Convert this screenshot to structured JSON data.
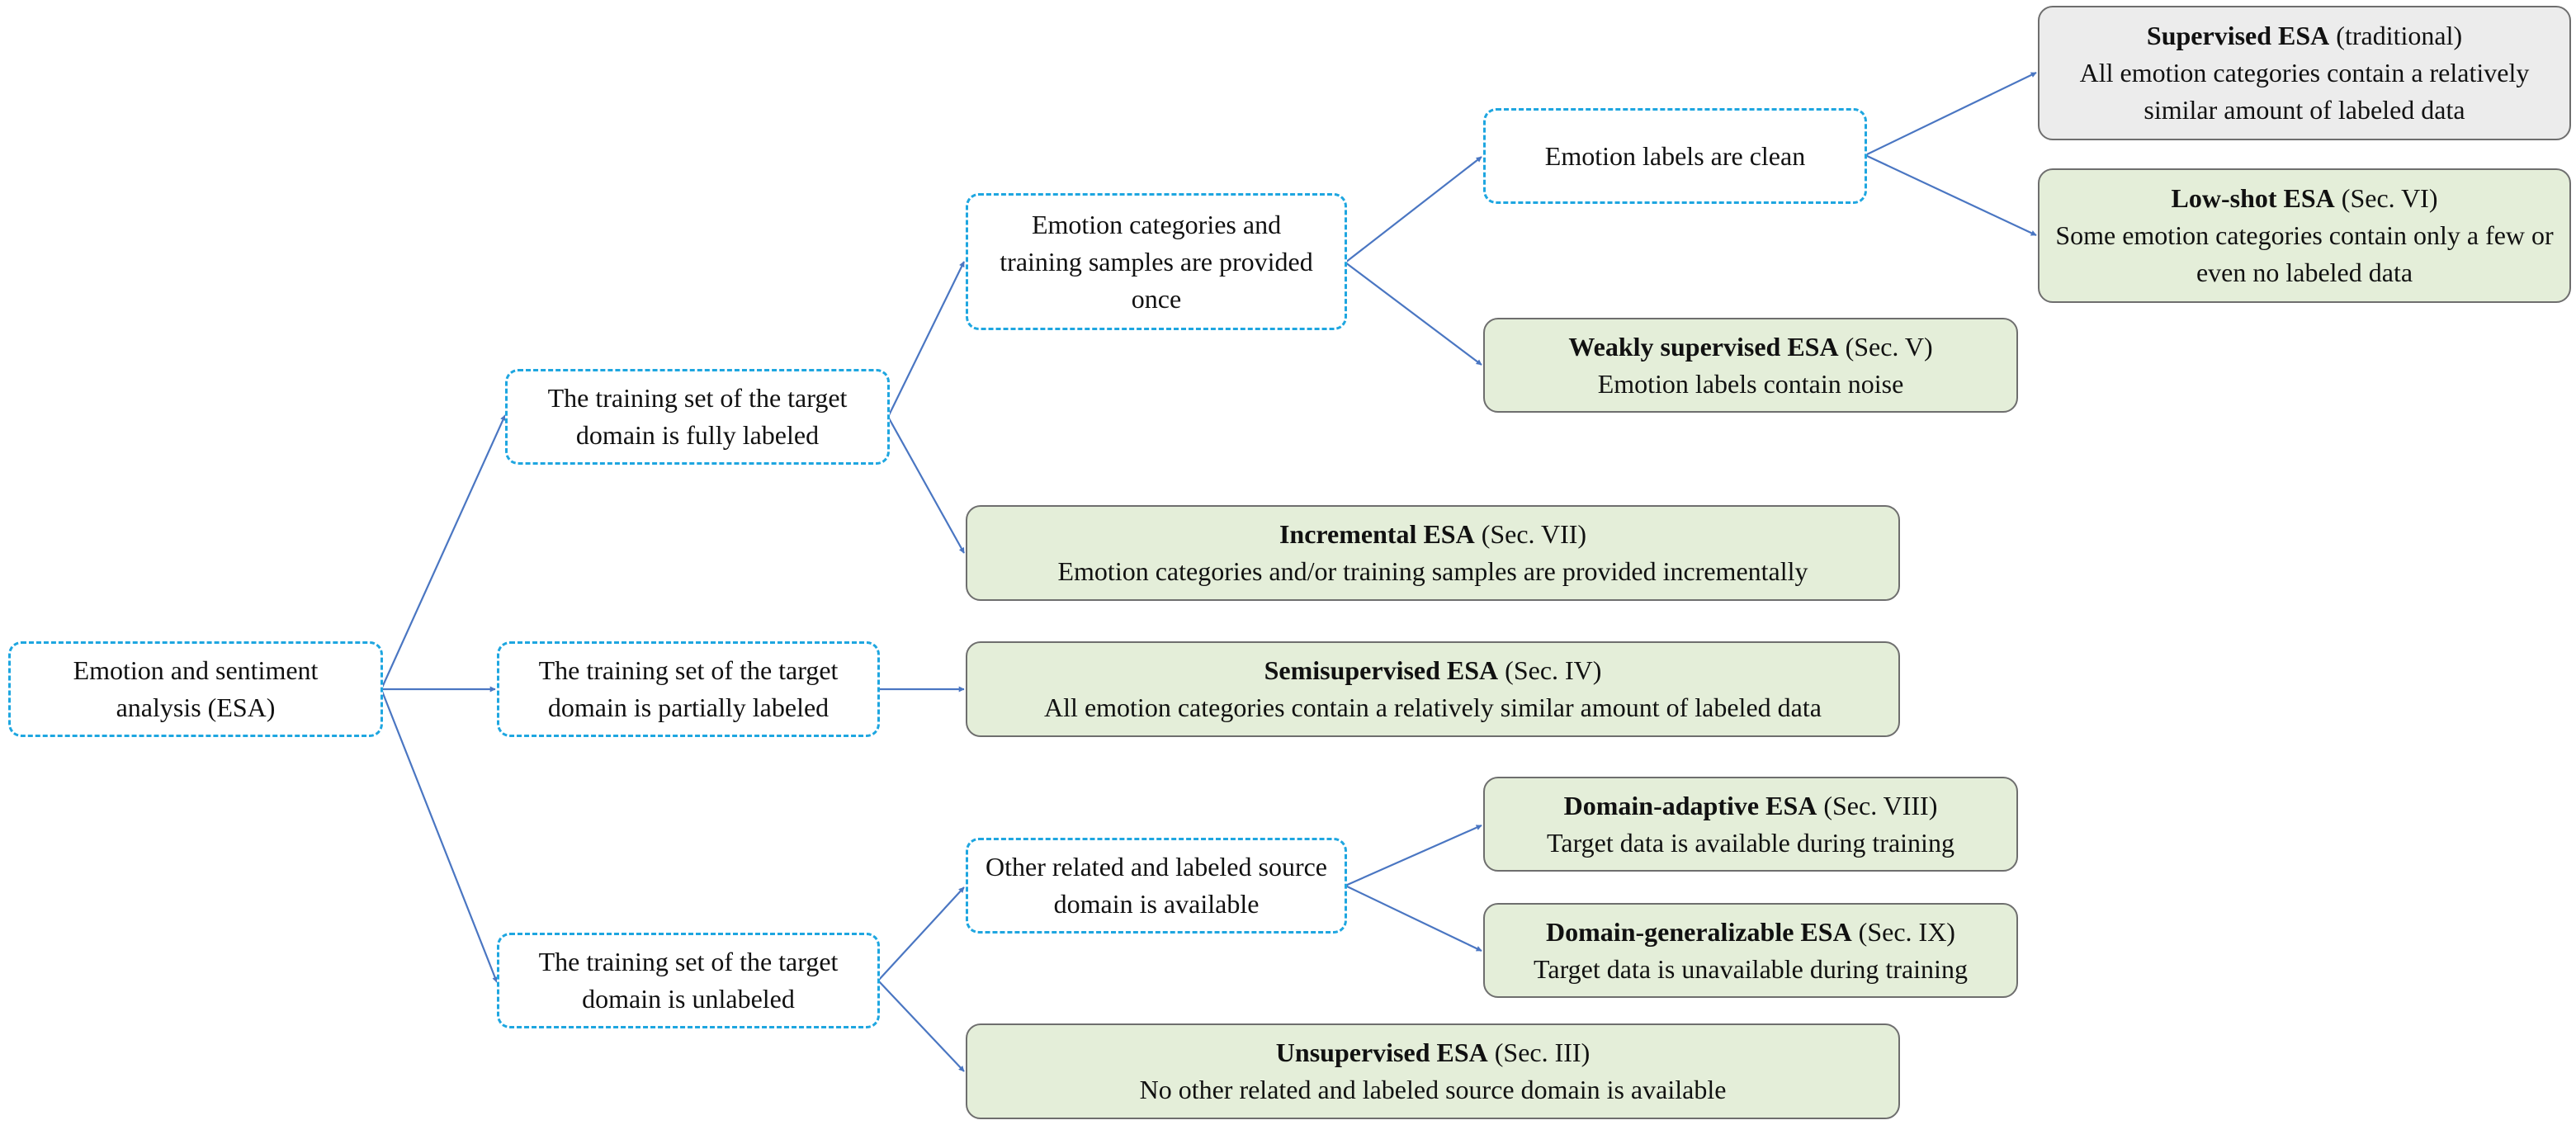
{
  "nodes": {
    "root": {
      "text": "Emotion and sentiment analysis (ESA)"
    },
    "fully_labeled": {
      "text": "The training set of the target domain is fully labeled"
    },
    "partially_labeled": {
      "text": "The training set of the target domain is partially labeled"
    },
    "unlabeled": {
      "text": "The training set of the target domain is unlabeled"
    },
    "provided_once": {
      "text": "Emotion categories and training samples are provided once"
    },
    "labels_clean": {
      "text": "Emotion labels are clean"
    },
    "related_source": {
      "text": "Other related and labeled source domain is available"
    }
  },
  "leaves": {
    "supervised": {
      "name": "Supervised ESA",
      "section": "(traditional)",
      "description": "All emotion categories contain a relatively similar amount of labeled data"
    },
    "low_shot": {
      "name": "Low-shot ESA",
      "section": "(Sec. VI)",
      "description": "Some emotion categories contain only a few or even no labeled data"
    },
    "weakly": {
      "name": "Weakly supervised ESA",
      "section": "(Sec. V)",
      "description": "Emotion labels contain noise"
    },
    "incremental": {
      "name": "Incremental ESA",
      "section": "(Sec. VII)",
      "description": "Emotion categories and/or training samples are provided incrementally"
    },
    "semisupervised": {
      "name": "Semisupervised ESA",
      "section": "(Sec. IV)",
      "description": "All emotion categories contain a relatively similar amount of labeled data"
    },
    "domain_adaptive": {
      "name": "Domain-adaptive ESA",
      "section": "(Sec. VIII)",
      "description": "Target data is available during training"
    },
    "domain_generalizable": {
      "name": "Domain-generalizable ESA",
      "section": "(Sec. IX)",
      "description": "Target data is unavailable during training"
    },
    "unsupervised": {
      "name": "Unsupervised ESA",
      "section": "(Sec. III)",
      "description": "No other related and labeled source domain is available"
    }
  },
  "colors": {
    "condition_border": "#1ea6e0",
    "leaf_fill": "#e4eed9",
    "traditional_fill": "#ececec",
    "leaf_border": "#6e6e6e",
    "arrow": "#4a76c2"
  }
}
